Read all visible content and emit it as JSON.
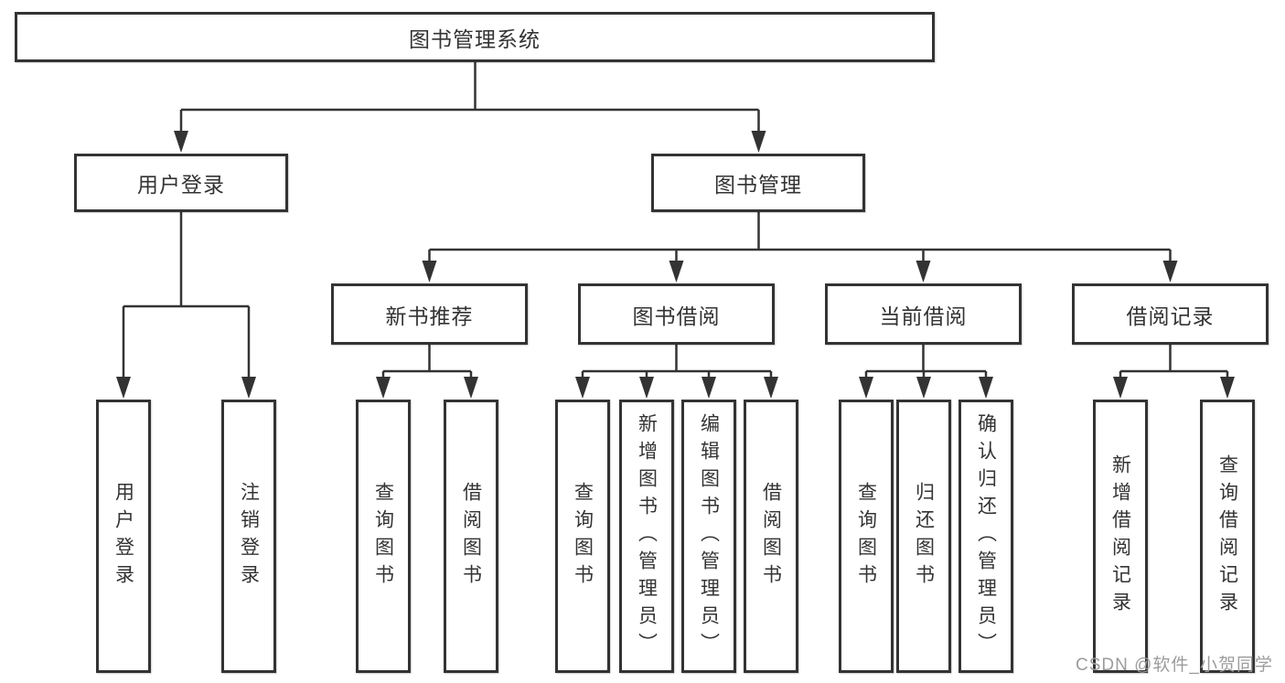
{
  "diagram": {
    "title": "图书管理系统",
    "root": {
      "label": "图书管理系统"
    },
    "level2": [
      {
        "label": "用户登录"
      },
      {
        "label": "图书管理"
      }
    ],
    "level3": [
      {
        "label": "新书推荐",
        "parent": "图书管理"
      },
      {
        "label": "图书借阅",
        "parent": "图书管理"
      },
      {
        "label": "当前借阅",
        "parent": "图书管理"
      },
      {
        "label": "借阅记录",
        "parent": "图书管理"
      }
    ],
    "leaves": [
      {
        "label": "用户登录",
        "parent": "用户登录"
      },
      {
        "label": "注销登录",
        "parent": "用户登录"
      },
      {
        "label": "查询图书",
        "parent": "新书推荐"
      },
      {
        "label": "借阅图书",
        "parent": "新书推荐"
      },
      {
        "label": "查询图书",
        "parent": "图书借阅"
      },
      {
        "label": "新增图书（管理员）",
        "parent": "图书借阅"
      },
      {
        "label": "编辑图书（管理员）",
        "parent": "图书借阅"
      },
      {
        "label": "借阅图书",
        "parent": "图书借阅"
      },
      {
        "label": "查询图书",
        "parent": "当前借阅"
      },
      {
        "label": "归还图书",
        "parent": "当前借阅"
      },
      {
        "label": "确认归还（管理员）",
        "parent": "当前借阅"
      },
      {
        "label": "新增借阅记录",
        "parent": "借阅记录"
      },
      {
        "label": "查询借阅记录",
        "parent": "借阅记录"
      }
    ]
  },
  "watermark": {
    "text": "CSDN @软件_小贺同学",
    "color": "#9c9c9c"
  },
  "colors": {
    "line": "#333333",
    "box_border": "#333333",
    "text": "#333333",
    "background": "#ffffff"
  }
}
